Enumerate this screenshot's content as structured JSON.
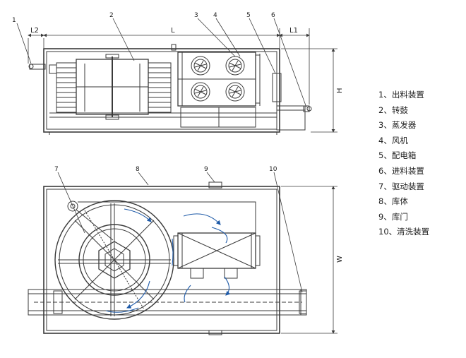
{
  "callouts": [
    "1",
    "2",
    "3",
    "4",
    "5",
    "6",
    "7",
    "8",
    "9",
    "10"
  ],
  "dimensions": {
    "l2": "L2",
    "l": "L",
    "l1": "L1",
    "h": "H",
    "w": "W"
  },
  "legend": [
    {
      "num": "1、",
      "text": "出料装置"
    },
    {
      "num": "2、",
      "text": "转鼓"
    },
    {
      "num": "3、",
      "text": "蒸发器"
    },
    {
      "num": "4、",
      "text": "风机"
    },
    {
      "num": "5、",
      "text": "配电箱"
    },
    {
      "num": "6、",
      "text": "进料装置"
    },
    {
      "num": "7、",
      "text": "驱动装置"
    },
    {
      "num": "8、",
      "text": "库体"
    },
    {
      "num": "9、",
      "text": "库门"
    },
    {
      "num": "10、",
      "text": "清洗装置"
    }
  ],
  "colors": {
    "line": "#3a3a3a",
    "accent": "#1e5aa8",
    "background": "#ffffff"
  }
}
